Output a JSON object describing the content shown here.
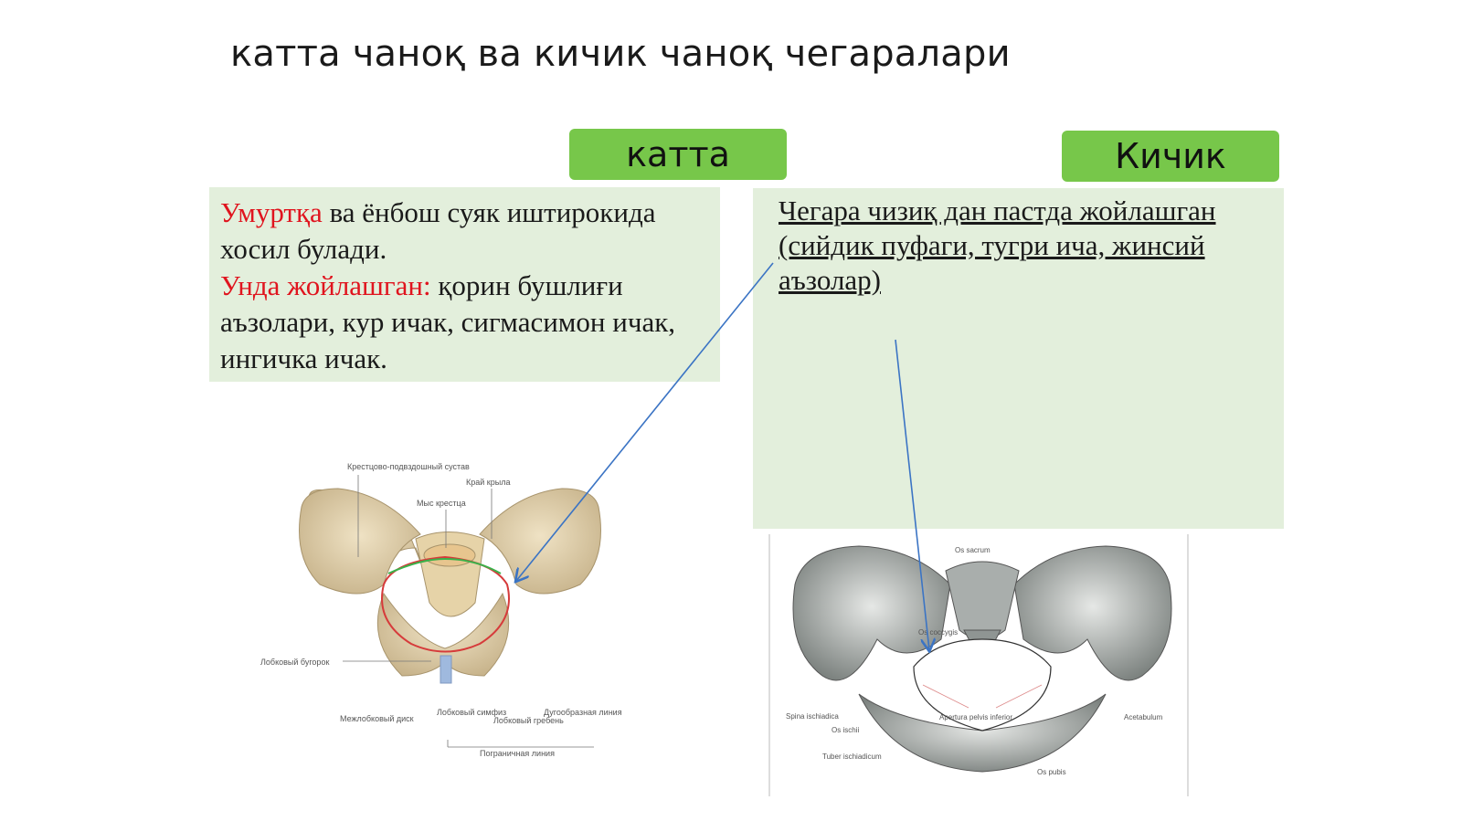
{
  "title": "катта чаноқ ва кичик чаноқ чегаралари",
  "labels": {
    "large": "катта",
    "small": "Кичик"
  },
  "large_pelvis": {
    "part1_red": "Умуртқа",
    "part1_rest": " ва ёнбош суяк иштирокида хосил булади.",
    "part2_red": "Унда жойлашган:",
    "part2_rest": " қорин бушлиғи аъзолари, кур ичак, сигмасимон ичак, ингичка ичак."
  },
  "small_pelvis": {
    "text": "Чегара чизиқ  дан пастда жойлашган (сийдик пуфаги, тугри ича, жинсий аъзолар) "
  },
  "figure_left_labels": {
    "sacroiliac": "Крестцово-подвздошный сустав",
    "iliac_crest": "Край крыла",
    "promontory": "Мыс крестца",
    "pubic_tubercle": "Лобковый бугорок",
    "interpubic_disc": "Межлобковый диск",
    "symphysis": "Лобковый симфиз",
    "pecten": "Лобковый гребень",
    "arcuate_line": "Дугообразная линия",
    "terminal_line": "Пограничная линия"
  },
  "figure_right_labels": {
    "sacrum": "Os sacrum",
    "coccyx": "Os coccygis",
    "spina": "Spina ischiadica",
    "os_ischii": "Os ischii",
    "apertura": "Apertura pelvis inferior",
    "acetabulum": "Acetabulum",
    "tuber": "Tuber ischiadicum",
    "os_pubis": "Os pubis"
  },
  "colors": {
    "tag_green": "#77c74a",
    "box_green": "#e3efdc",
    "accent_red": "#e0141e",
    "arrow_blue": "#3b74c4"
  }
}
